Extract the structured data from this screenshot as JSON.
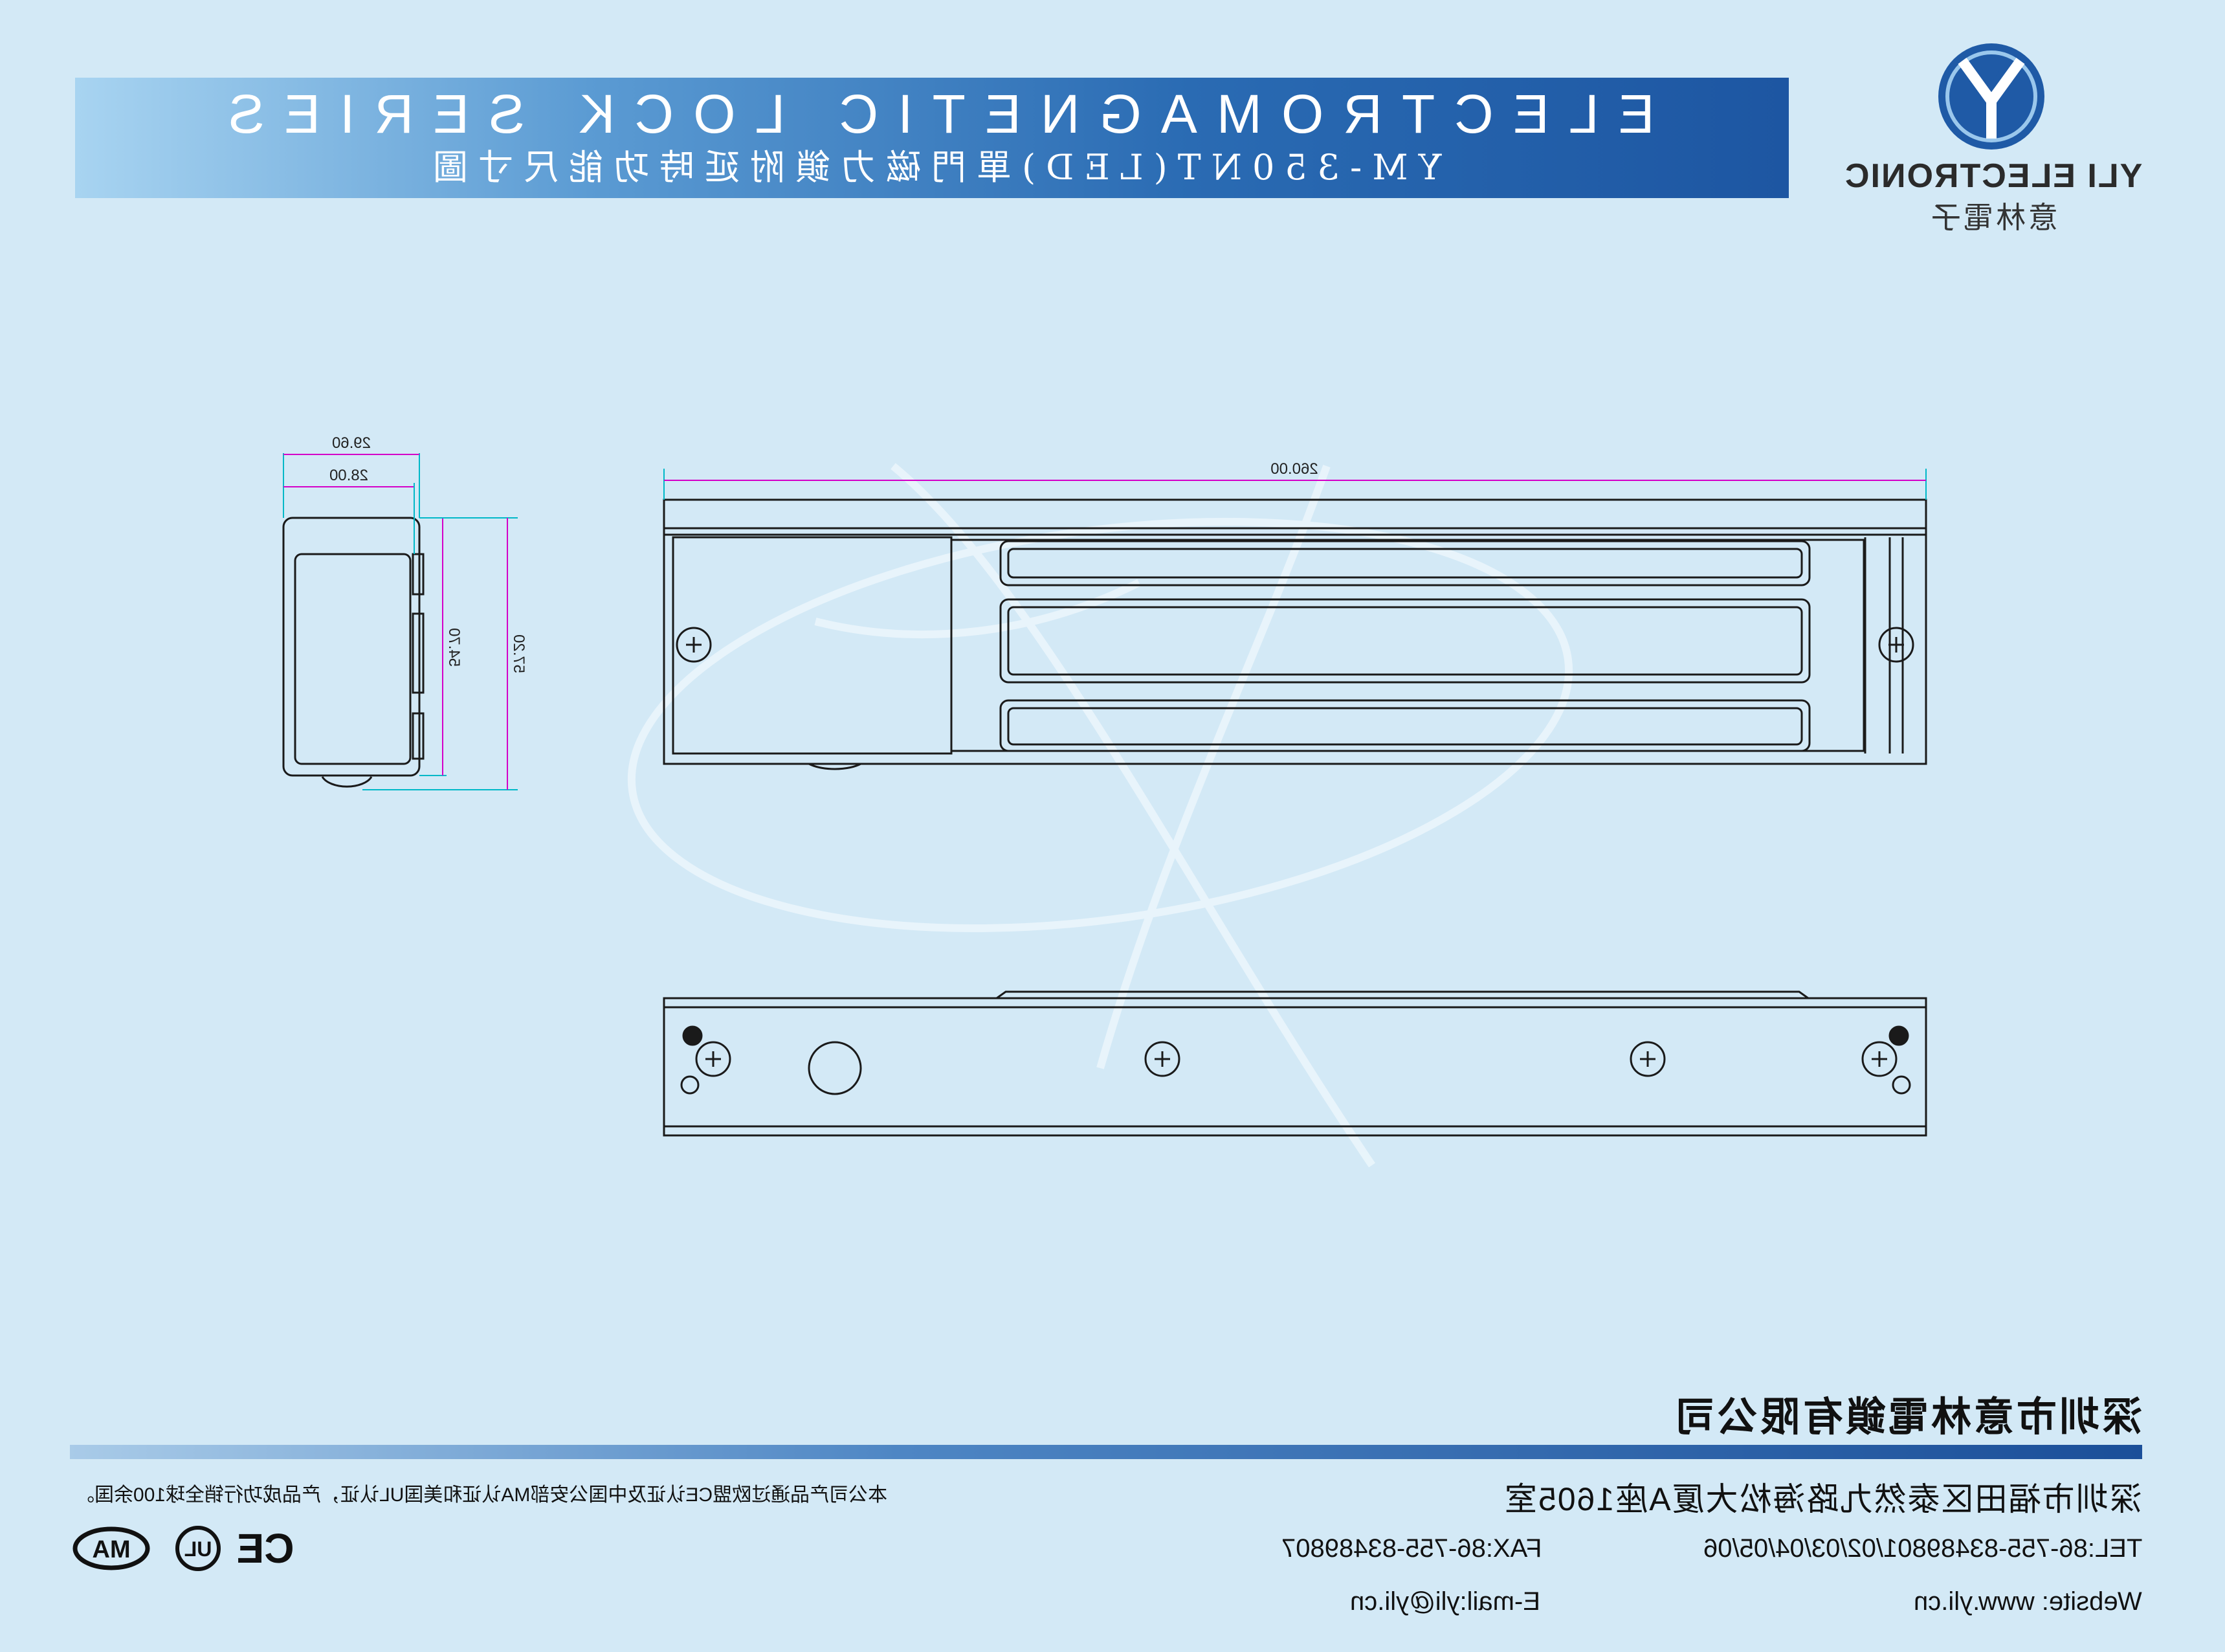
{
  "banner": {
    "title": "ELECTROMAGNETIC LOCK SERIES",
    "subtitle": "YM-350NT(LED)單門磁力鎖附延時功能尺寸圖"
  },
  "logo": {
    "mark": "Y",
    "english": "YLI ELECTRONIC",
    "chinese": "意林電子"
  },
  "dimensions": {
    "side_outer_width": "29.60",
    "side_inner_width": "28.00",
    "side_inner_height": "54.70",
    "side_outer_height": "57.20",
    "front_length": "260.00"
  },
  "colors": {
    "banner_dark": "#1d56a2",
    "banner_light": "#a8d4f1",
    "background": "#d3e9f6",
    "dimension_line": "#d400c8",
    "extension_line": "#00b8c8"
  },
  "footer": {
    "company": "深圳市意林電鎖有限公司",
    "address": "深圳市福田区泰然九路海松大厦A座1605室",
    "cert_note": "本公司产品通过欧盟CE认证及中国公安部MA认证和美国UL认证，产品成功行销全球100余国。",
    "tel": "TEL:86-755-83489801/02/03/04/05/06",
    "fax": "FAX:86-755-83489807",
    "website": "Website: www.yli.cn",
    "email": "E-mail:yli@yli.cn",
    "cert_icons": [
      "ma-mark-icon",
      "ul-mark-icon",
      "ce-mark-icon"
    ]
  }
}
